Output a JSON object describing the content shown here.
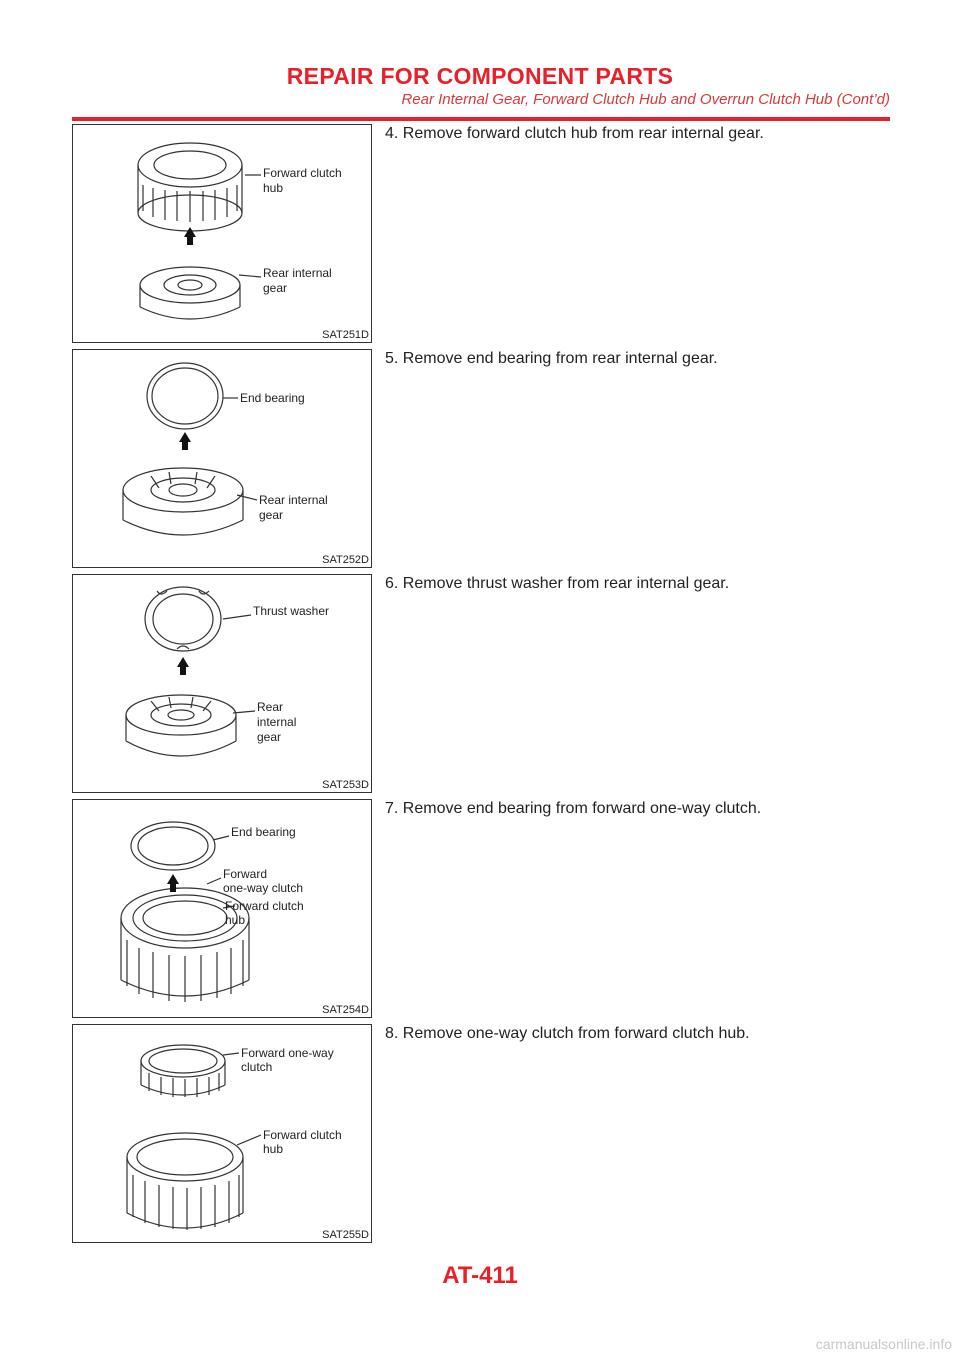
{
  "header": {
    "title": "REPAIR FOR COMPONENT PARTS",
    "subtitle": "Rear Internal Gear, Forward Clutch Hub and Overrun Clutch Hub (Cont’d)"
  },
  "figures": [
    {
      "code": "SAT251D",
      "step": "4. Remove forward clutch hub from rear internal gear.",
      "labels": [
        "Forward clutch",
        "hub",
        "Rear internal",
        "gear"
      ]
    },
    {
      "code": "SAT252D",
      "step": "5. Remove end bearing from rear internal gear.",
      "labels": [
        "End bearing",
        "Rear internal",
        "gear"
      ]
    },
    {
      "code": "SAT253D",
      "step": "6. Remove thrust washer from rear internal gear.",
      "labels": [
        "Thrust washer",
        "Rear",
        "internal",
        "gear"
      ]
    },
    {
      "code": "SAT254D",
      "step": "7. Remove end bearing from forward one-way clutch.",
      "labels": [
        "End bearing",
        "Forward",
        "one-way clutch",
        "Forward clutch",
        "hub"
      ]
    },
    {
      "code": "SAT255D",
      "step": "8. Remove one-way clutch from forward clutch hub.",
      "labels": [
        "Forward one-way",
        "clutch",
        "Forward clutch",
        "hub"
      ]
    }
  ],
  "footer": {
    "page_number": "AT-411"
  },
  "watermark": "carmanualsonline.info"
}
